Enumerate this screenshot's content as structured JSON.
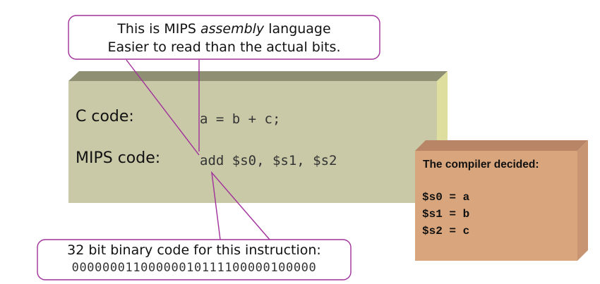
{
  "top_callout": {
    "line1_prefix": "This is MIPS ",
    "line1_emphasis": "assembly",
    "line1_suffix": " language",
    "line2": "Easier to read than the actual bits."
  },
  "code_box": {
    "c_label": "C code:",
    "c_code": "a = b + c;",
    "mips_label": "MIPS code:",
    "mips_code": "add $s0, $s1, $s2"
  },
  "binary_callout": {
    "title": "32 bit binary code for this instruction:",
    "bits": "00000001100000010111100000100000"
  },
  "compiler_box": {
    "title": "The compiler decided:",
    "mappings": [
      "$s0 = a",
      "$s1 = b",
      "$s2 = c"
    ]
  },
  "colors": {
    "callout_border": "#a0309a",
    "code_box_face": "#c9c9a8",
    "code_box_top": "#8f8f73",
    "code_box_side": "#dede9e",
    "compiler_face": "#d9a57c",
    "compiler_top": "#b88566",
    "compiler_side": "#c89572"
  }
}
